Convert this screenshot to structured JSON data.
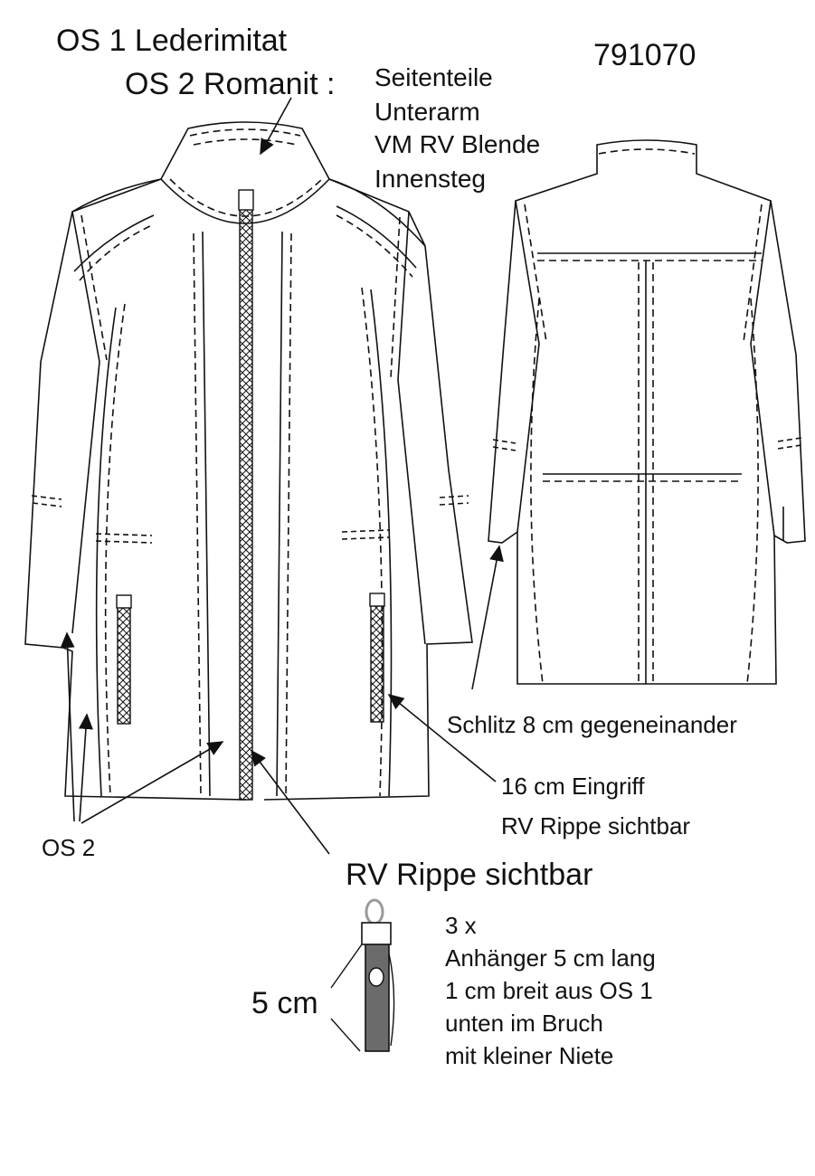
{
  "header": {
    "os1": "OS 1 Lederimitat",
    "os2": "OS 2 Romanit :",
    "style_number": "791070",
    "os2_parts": [
      "Seitenteile",
      "Unterarm",
      "VM RV Blende",
      "Innensteg"
    ]
  },
  "callouts": {
    "slit": "Schlitz 8 cm gegeneinander",
    "pocket_line1": "16 cm Eingriff",
    "pocket_line2": "RV Rippe sichtbar",
    "zipper": "RV Rippe sichtbar",
    "os2_marker": "OS 2"
  },
  "pendant": {
    "dimension": "5 cm",
    "lines": [
      "3 x",
      "Anhänger 5 cm lang",
      "1 cm breit aus OS 1",
      "unten im Bruch",
      "mit kleiner Niete"
    ]
  },
  "colors": {
    "line": "#111111",
    "pendant_fill": "#6b6b6b",
    "ring": "#9a9a9a"
  }
}
